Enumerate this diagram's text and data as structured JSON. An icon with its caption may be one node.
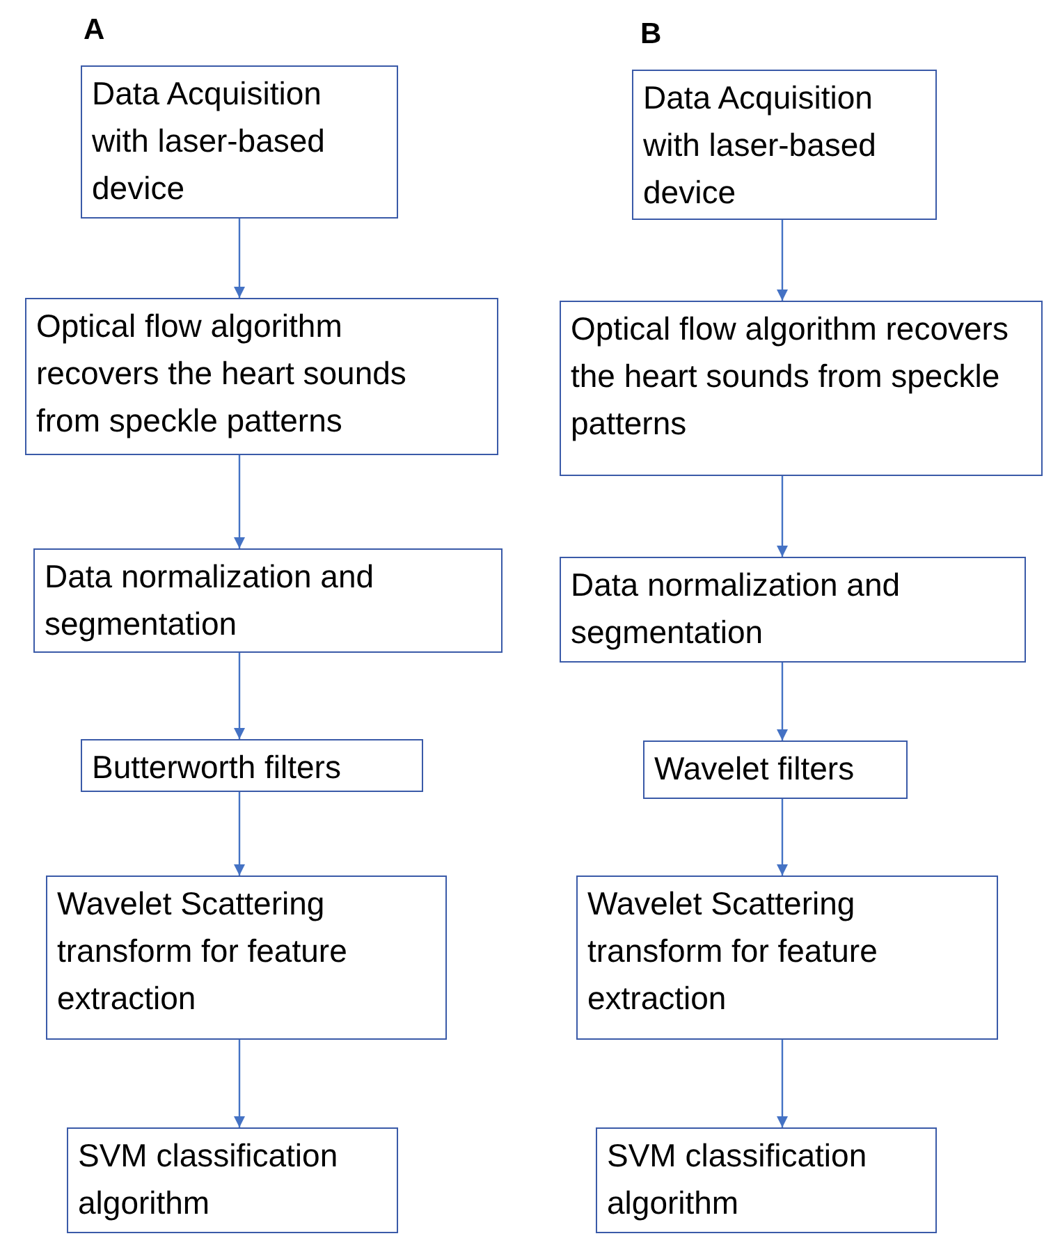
{
  "diagram": {
    "nodes": [
      {
        "text": [
          "Data Acquisition with laser-based device"
        ]
      },
      {
        "text": [
          "Optical flow algorithm recovers the heart sounds from speckle patterns"
        ]
      },
      {
        "text": [
          "Data normalization and segmentation"
        ]
      },
      {
        "text": [
          "Butterworth filters"
        ]
      },
      {
        "text": [
          "Wavelet Scattering transform for feature extraction"
        ]
      },
      {
        "text": [
          "SVM classification algorithm"
        ]
      },
      {
        "text": [
          "Data Acquisition with laser-based device"
        ]
      },
      {
        "text": [
          "Optical flow algorithm recovers the heart sounds from speckle patterns"
        ]
      },
      {
        "text": [
          "Data normalization and segmentation"
        ]
      },
      {
        "text": [
          "Wavelet filters"
        ]
      },
      {
        "text": [
          "Wavelet Scattering transform for feature extraction"
        ]
      },
      {
        "text": [
          "SVM classification algorithm"
        ]
      }
    ],
    "edges": [
      {
        "from": 0,
        "to": 1,
        "arrow": "to"
      },
      {
        "from": 1,
        "to": 2,
        "arrow": "to"
      },
      {
        "from": 2,
        "to": 3,
        "arrow": "to"
      },
      {
        "from": 3,
        "to": 4,
        "arrow": "to"
      },
      {
        "from": 4,
        "to": 5,
        "arrow": "to"
      },
      {
        "from": 6,
        "to": 7,
        "arrow": "to"
      },
      {
        "from": 7,
        "to": 8,
        "arrow": "to"
      },
      {
        "from": 8,
        "to": 9,
        "arrow": "to"
      },
      {
        "from": 9,
        "to": 10,
        "arrow": "to"
      },
      {
        "from": 10,
        "to": 11,
        "arrow": "to"
      }
    ],
    "labels": [
      "A",
      "B"
    ]
  }
}
